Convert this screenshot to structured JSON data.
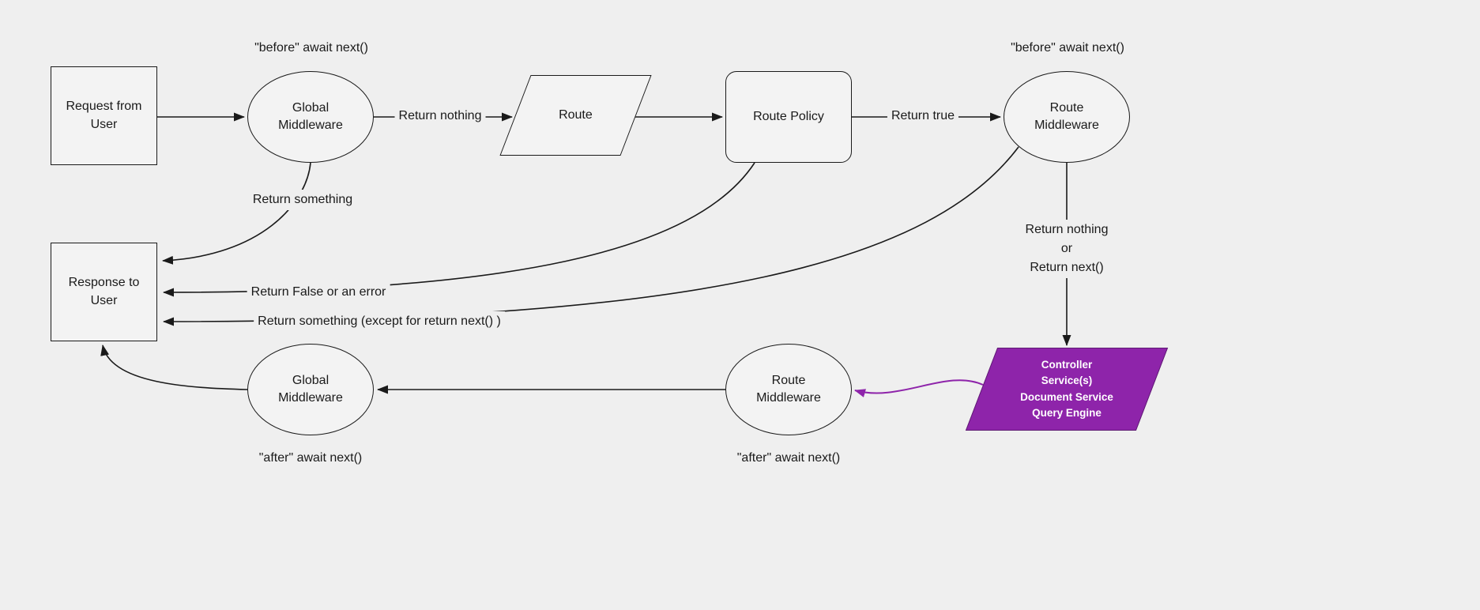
{
  "colors": {
    "background": "#efefef",
    "node_fill": "#f3f3f3",
    "stroke": "#1a1a1a",
    "text": "#1a1a1a",
    "purple": "#8e24aa",
    "purple_border": "#5e1b73",
    "purple_text": "#ffffff"
  },
  "nodes": {
    "request": {
      "label": [
        "Request from",
        "User"
      ]
    },
    "global_mw_top": {
      "label": [
        "Global",
        "Middleware"
      ],
      "annotation": "\"before\" await next()"
    },
    "route": {
      "label": "Route"
    },
    "route_policy": {
      "label": "Route Policy"
    },
    "route_mw_top": {
      "label": [
        "Route",
        "Middleware"
      ],
      "annotation": "\"before\" await next()"
    },
    "response": {
      "label": [
        "Response to",
        "User"
      ]
    },
    "global_mw_bottom": {
      "label": [
        "Global",
        "Middleware"
      ],
      "annotation": "\"after\" await next()"
    },
    "route_mw_bottom": {
      "label": [
        "Route",
        "Middleware"
      ],
      "annotation": "\"after\" await next()"
    },
    "controller": {
      "label": [
        "Controller",
        "Service(s)",
        "Document Service",
        "Query Engine"
      ]
    }
  },
  "edge_labels": {
    "return_nothing": "Return nothing",
    "return_true": "Return true",
    "return_something": "Return something",
    "return_false_or_error": "Return False or an error",
    "return_something_except": "Return something (except for return next() )",
    "return_nothing_or_next": [
      "Return nothing",
      "or",
      "Return next()"
    ]
  }
}
